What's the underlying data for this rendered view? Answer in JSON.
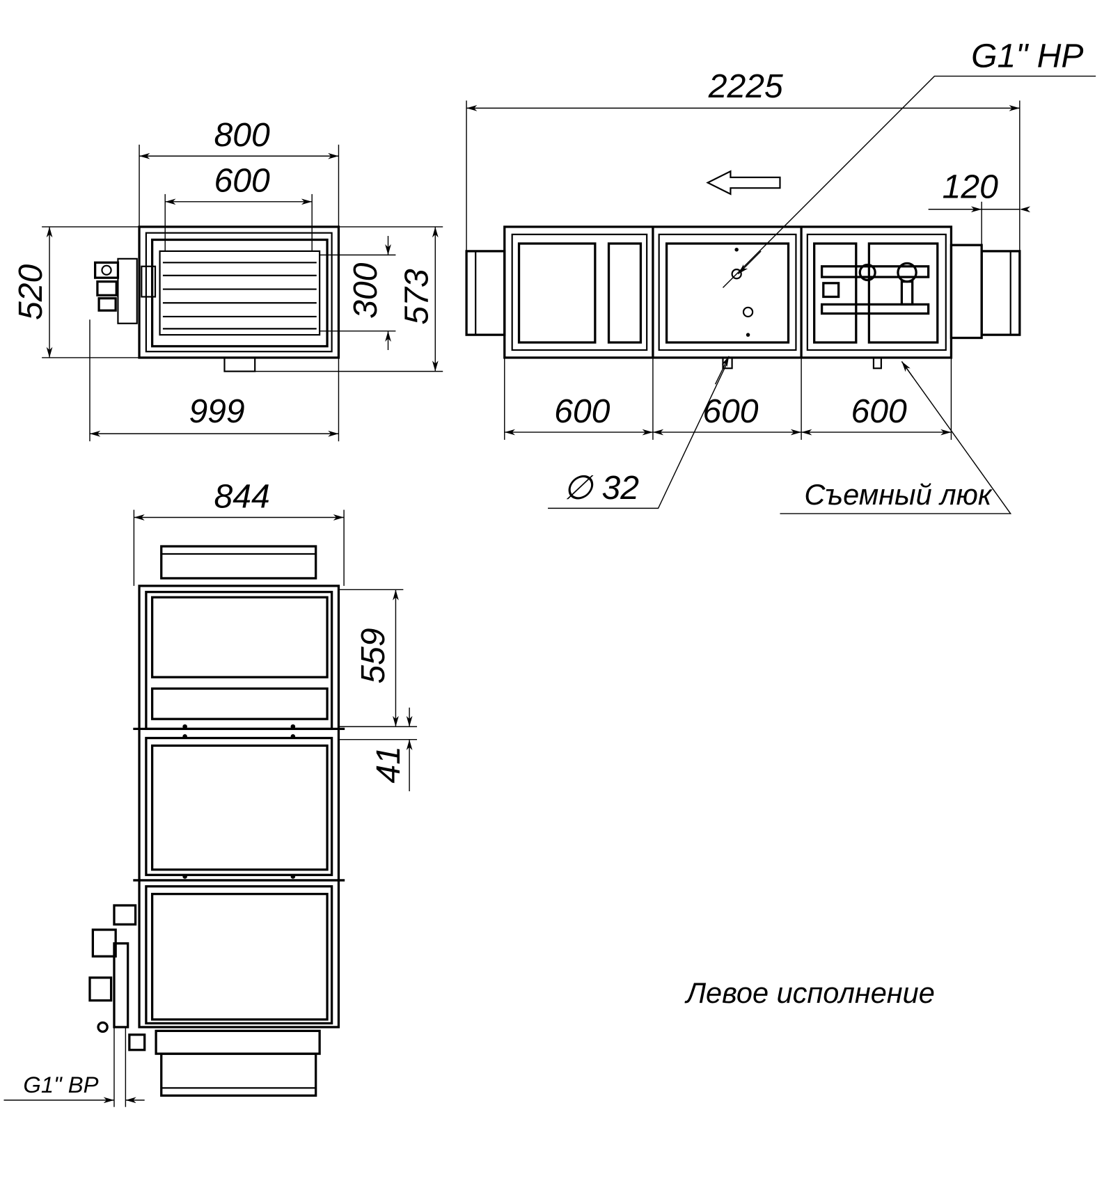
{
  "drawing": {
    "front_view": {
      "dim_width_outer": "800",
      "dim_width_inner": "600",
      "dim_height_body": "520",
      "dim_height_inner": "300",
      "dim_height_total": "573",
      "dim_width_total": "999"
    },
    "side_view": {
      "dim_length_total": "2225",
      "dim_flange": "120",
      "dim_section_1": "600",
      "dim_section_2": "600",
      "dim_section_3": "600",
      "callout_outlet": "G1\" НР",
      "callout_drain": "∅ 32",
      "callout_hatch": "Съемный люк"
    },
    "top_view": {
      "dim_width": "844",
      "dim_section": "559",
      "dim_gap": "41",
      "callout_inlet": "G1\" ВР"
    },
    "variant_label": "Левое исполнение"
  }
}
